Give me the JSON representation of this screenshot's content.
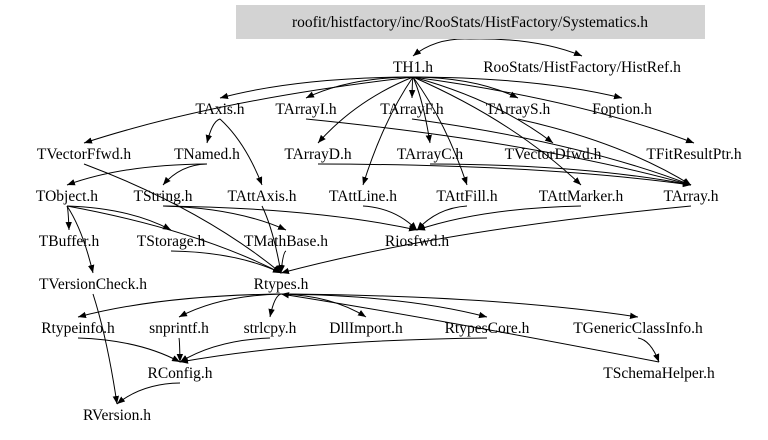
{
  "root": {
    "id": "systematics",
    "label": "roofit/histfactory/inc/RooStats/HistFactory/Systematics.h",
    "fill": "#d3d3d3"
  },
  "nodes": [
    {
      "id": "th1",
      "label": "TH1.h"
    },
    {
      "id": "histref",
      "label": "RooStats/HistFactory/HistRef.h"
    },
    {
      "id": "taxis",
      "label": "TAxis.h"
    },
    {
      "id": "tarrayi",
      "label": "TArrayI.h"
    },
    {
      "id": "tarrayf",
      "label": "TArrayF.h"
    },
    {
      "id": "tarrays",
      "label": "TArrayS.h"
    },
    {
      "id": "foption",
      "label": "Foption.h"
    },
    {
      "id": "tvectorffwd",
      "label": "TVectorFfwd.h"
    },
    {
      "id": "tnamed",
      "label": "TNamed.h"
    },
    {
      "id": "tarrayd",
      "label": "TArrayD.h"
    },
    {
      "id": "tarrayc",
      "label": "TArrayC.h"
    },
    {
      "id": "tvectordfwd",
      "label": "TVectorDfwd.h"
    },
    {
      "id": "tfitresultptr",
      "label": "TFitResultPtr.h"
    },
    {
      "id": "tobject",
      "label": "TObject.h"
    },
    {
      "id": "tstring",
      "label": "TString.h"
    },
    {
      "id": "tattaxis",
      "label": "TAttAxis.h"
    },
    {
      "id": "tattline",
      "label": "TAttLine.h"
    },
    {
      "id": "tattfill",
      "label": "TAttFill.h"
    },
    {
      "id": "tattmarker",
      "label": "TAttMarker.h"
    },
    {
      "id": "tarray",
      "label": "TArray.h"
    },
    {
      "id": "tbuffer",
      "label": "TBuffer.h"
    },
    {
      "id": "tstorage",
      "label": "TStorage.h"
    },
    {
      "id": "tmathbase",
      "label": "TMathBase.h"
    },
    {
      "id": "riosfwd",
      "label": "Riosfwd.h"
    },
    {
      "id": "tversioncheck",
      "label": "TVersionCheck.h"
    },
    {
      "id": "rtypes",
      "label": "Rtypes.h"
    },
    {
      "id": "rtypeinfo",
      "label": "Rtypeinfo.h"
    },
    {
      "id": "snprintf",
      "label": "snprintf.h"
    },
    {
      "id": "strlcpy",
      "label": "strlcpy.h"
    },
    {
      "id": "dllimport",
      "label": "DllImport.h"
    },
    {
      "id": "rtypescore",
      "label": "RtypesCore.h"
    },
    {
      "id": "tgenericclassinfo",
      "label": "TGenericClassInfo.h"
    },
    {
      "id": "rconfig",
      "label": "RConfig.h"
    },
    {
      "id": "tschemahelper",
      "label": "TSchemaHelper.h"
    },
    {
      "id": "rversion",
      "label": "RVersion.h"
    }
  ],
  "edges": [
    [
      "systematics",
      "th1"
    ],
    [
      "systematics",
      "histref"
    ],
    [
      "th1",
      "taxis"
    ],
    [
      "th1",
      "tarrayi"
    ],
    [
      "th1",
      "tarrayf"
    ],
    [
      "th1",
      "tarrays"
    ],
    [
      "th1",
      "foption"
    ],
    [
      "th1",
      "tvectorffwd"
    ],
    [
      "th1",
      "tarrayd"
    ],
    [
      "th1",
      "tarrayc"
    ],
    [
      "th1",
      "tvectordfwd"
    ],
    [
      "th1",
      "tfitresultptr"
    ],
    [
      "th1",
      "tattline"
    ],
    [
      "th1",
      "tattfill"
    ],
    [
      "th1",
      "tattmarker"
    ],
    [
      "taxis",
      "tnamed"
    ],
    [
      "taxis",
      "tattaxis"
    ],
    [
      "tarrayi",
      "tarray"
    ],
    [
      "tarrayf",
      "tarray"
    ],
    [
      "tarrays",
      "tarray"
    ],
    [
      "tarrayd",
      "tarray"
    ],
    [
      "tarrayc",
      "tarray"
    ],
    [
      "tnamed",
      "tobject"
    ],
    [
      "tnamed",
      "tstring"
    ],
    [
      "tobject",
      "tbuffer"
    ],
    [
      "tobject",
      "tstorage"
    ],
    [
      "tobject",
      "rtypes"
    ],
    [
      "tobject",
      "tversioncheck"
    ],
    [
      "tstring",
      "tmathbase"
    ],
    [
      "tstring",
      "riosfwd"
    ],
    [
      "tattaxis",
      "rtypes"
    ],
    [
      "tattline",
      "riosfwd"
    ],
    [
      "tattfill",
      "riosfwd"
    ],
    [
      "tattmarker",
      "riosfwd"
    ],
    [
      "tarray",
      "rtypes"
    ],
    [
      "tvectorffwd",
      "rtypes"
    ],
    [
      "tstorage",
      "rtypes"
    ],
    [
      "tmathbase",
      "rtypes"
    ],
    [
      "tversioncheck",
      "rversion"
    ],
    [
      "rtypes",
      "rtypeinfo"
    ],
    [
      "rtypes",
      "snprintf"
    ],
    [
      "rtypes",
      "strlcpy"
    ],
    [
      "rtypes",
      "dllimport"
    ],
    [
      "rtypes",
      "rtypescore"
    ],
    [
      "rtypes",
      "tgenericclassinfo"
    ],
    [
      "rtypeinfo",
      "rconfig"
    ],
    [
      "snprintf",
      "rconfig"
    ],
    [
      "strlcpy",
      "rconfig"
    ],
    [
      "rtypescore",
      "rconfig"
    ],
    [
      "tgenericclassinfo",
      "tschemahelper"
    ],
    [
      "tschemahelper",
      "rtypes"
    ],
    [
      "rconfig",
      "rversion"
    ]
  ]
}
